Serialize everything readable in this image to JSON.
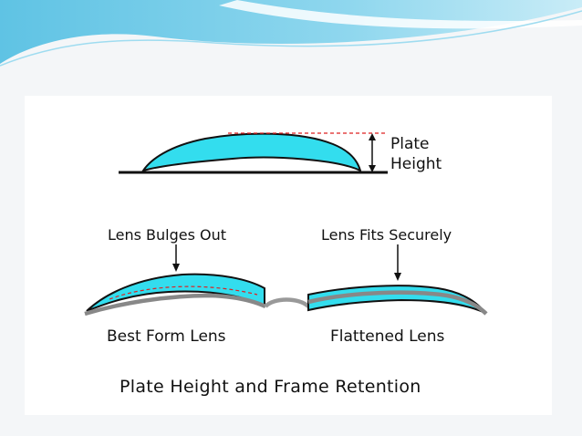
{
  "labels": {
    "plate_line1": "Plate",
    "plate_line2": "Height",
    "bulges": "Lens Bulges Out",
    "fits": "Lens Fits Securely",
    "best_form": "Best Form Lens",
    "flattened": "Flattened Lens"
  },
  "caption": "Plate Height and Frame Retention",
  "colors": {
    "lens_fill": "#33ddee",
    "outline": "#111111",
    "frame_gray": "#888888",
    "dashed_red": "#dd2222",
    "header_wave": "#5ec8e8"
  }
}
